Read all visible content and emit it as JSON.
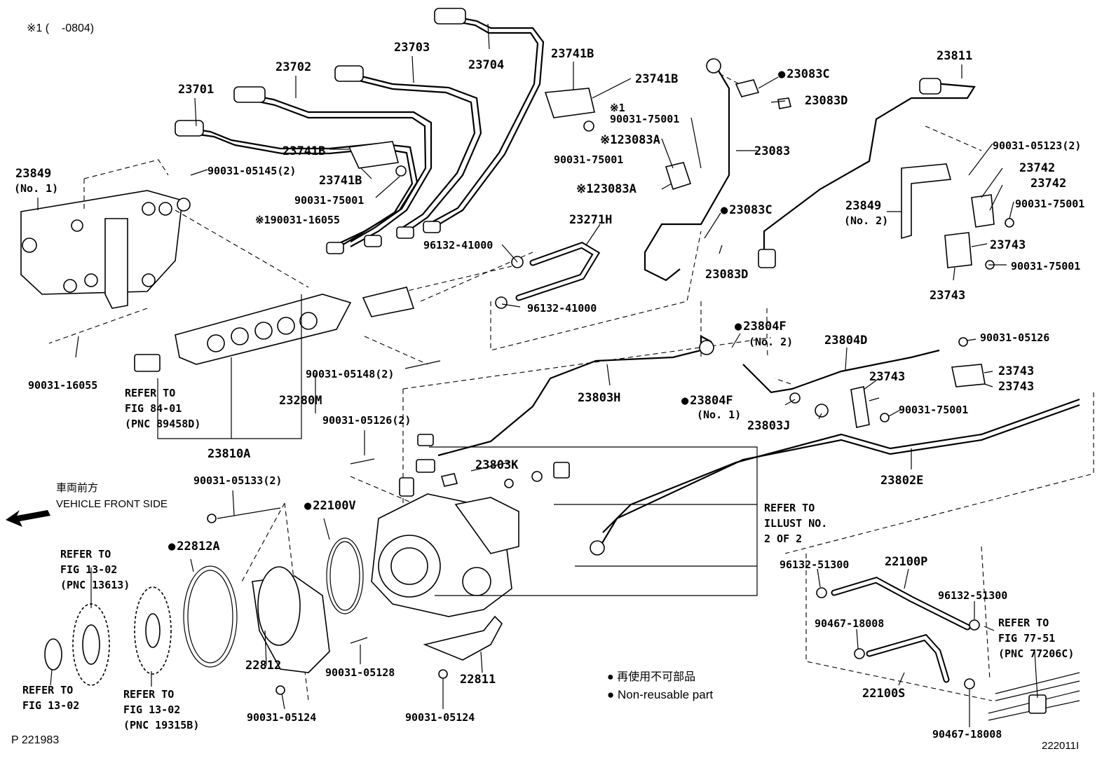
{
  "header": {
    "note": "※1 (    -0804)"
  },
  "footer": {
    "page_code": "P 221983",
    "drawing_code": "222011I"
  },
  "legend": {
    "non_reusable_jp": "再使用不可部品",
    "non_reusable_en": "Non-reusable part"
  },
  "direction": {
    "jp": "車両前方",
    "en": "VEHICLE FRONT SIDE"
  },
  "labels": {
    "p23701": "23701",
    "p23702": "23702",
    "p23703": "23703",
    "p23704": "23704",
    "p23741b_a": "23741B",
    "p23741b_b": "23741B",
    "p23741b_c": "23741B",
    "p23741b_d": "23741B",
    "p23849_1": "23849",
    "p23849_1_sub": "(No. 1)",
    "p90031_05145": "90031-05145(2)",
    "p90031_16055_a": "※190031-16055",
    "p90031_75001_a": "90031-75001",
    "p90031_75001_b": "90031-75001",
    "p90031_75001_c": "90031-75001",
    "p90031_75001_d": "90031-75001",
    "p90031_75001_e": "90031-75001",
    "p90031_75001_f": "90031-75001",
    "mark_1": "※1",
    "p23083a_a": "※123083A",
    "p23083a_b": "※123083A",
    "p23083": "23083",
    "p23083c_a": "23083C",
    "p23083c_b": "23083C",
    "p23083d_a": "23083D",
    "p23083d_b": "23083D",
    "p23811": "23811",
    "p90031_05123": "90031-05123(2)",
    "p23742_a": "23742",
    "p23742_b": "23742",
    "p23849_2": "23849",
    "p23849_2_sub": "(No. 2)",
    "p23743_a": "23743",
    "p23743_b": "23743",
    "p23743_c": "23743",
    "p23743_d": "23743",
    "p23743_e": "23743",
    "p23271h": "23271H",
    "p96132_41000_a": "96132-41000",
    "p96132_41000_b": "96132-41000",
    "p90031_16055_b": "90031-16055",
    "p90031_05148": "90031-05148(2)",
    "p23280m": "23280M",
    "p23810a": "23810A",
    "p23804f_a": "23804F",
    "p23804f_a_sub": "(No. 2)",
    "p23804f_b": "23804F",
    "p23804f_b_sub": "(No. 1)",
    "p23804d": "23804D",
    "p90031_05126_a": "90031-05126",
    "p23803h": "23803H",
    "p23803j": "23803J",
    "p90031_05126_b": "90031-05126(2)",
    "p23803k": "23803K",
    "p23802e": "23802E",
    "p90031_05133": "90031-05133(2)",
    "p22100v": "22100V",
    "p22812a": "22812A",
    "p22812": "22812",
    "p90031_05128": "90031-05128",
    "p22811": "22811",
    "p90031_05124_a": "90031-05124",
    "p90031_05124_b": "90031-05124",
    "p96132_51300_a": "96132-51300",
    "p96132_51300_b": "96132-51300",
    "p22100p": "22100P",
    "p90467_18008_a": "90467-18008",
    "p90467_18008_b": "90467-18008",
    "p22100s": "22100S"
  },
  "refs": {
    "fig84": "REFER TO\nFIG 84-01\n(PNC 89458D)",
    "illust2": "REFER TO\nILLUST NO.\n2 OF 2",
    "fig13_a": "REFER TO\nFIG 13-02\n(PNC 13613)",
    "fig13_b": "REFER TO\nFIG 13-02",
    "fig13_c": "REFER TO\nFIG 13-02\n(PNC 19315B)",
    "fig77": "REFER TO\nFIG 77-51\n(PNC 77206C)"
  }
}
